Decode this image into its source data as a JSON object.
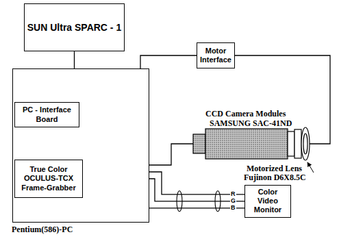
{
  "diagram": {
    "nodes": [
      {
        "text": [
          "SUN Ultra SPARC - 1"
        ]
      },
      {
        "text": [
          "Pentium(586)-PC"
        ]
      },
      {
        "text": [
          "PC - Interface Board"
        ],
        "in": 1
      },
      {
        "text": [
          "True Color OCULUS-TCX Frame-Grabber"
        ],
        "in": 1
      },
      {
        "text": [
          "Motor Interface"
        ]
      },
      {
        "text": [
          "Color Video Monitor"
        ]
      }
    ],
    "edges": [
      {
        "from": 0,
        "to": 1,
        "arrow": "none"
      },
      {
        "from": 2,
        "to": 4,
        "arrow": "none"
      },
      {
        "from": 3,
        "to": 5,
        "arrow": "none"
      }
    ],
    "labels": [
      "CCD Camera Modules",
      "SAMSUNG SAC-41ND",
      "Motorized Lens",
      "Fujinon D6X8.5C",
      "R",
      "G",
      "B"
    ]
  }
}
